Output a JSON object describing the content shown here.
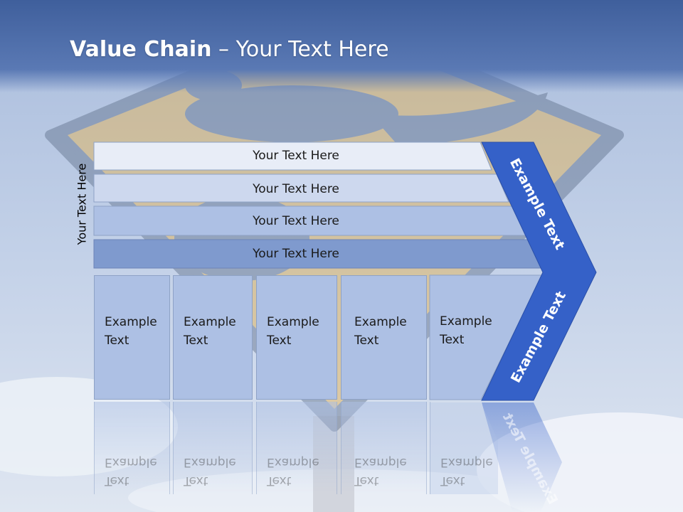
{
  "slide": {
    "title_bold": "Value Chain",
    "title_rest": " – Your Text Here",
    "side_label": "Your Text Here"
  },
  "bars": [
    {
      "label": "Your Text Here",
      "color": "#e8edf7"
    },
    {
      "label": "Your Text Here",
      "color": "#cdd8ee"
    },
    {
      "label": "Your Text Here",
      "color": "#adc0e4"
    },
    {
      "label": "Your Text Here",
      "color": "#7f9ace"
    }
  ],
  "columns": [
    {
      "line1": "Example",
      "line2": "Text"
    },
    {
      "line1": "Example",
      "line2": "Text"
    },
    {
      "line1": "Example",
      "line2": "Text"
    },
    {
      "line1": "Example",
      "line2": "Text"
    },
    {
      "line1": "Example",
      "line2": "Text"
    }
  ],
  "chevron": {
    "upper_label": "Example Text",
    "lower_label": "Example Text",
    "color": "#3561c8"
  },
  "colors": {
    "column_fill": "#adc0e4",
    "sky_top": "#4a6aa5",
    "sign_yellow": "#d8b46a"
  }
}
